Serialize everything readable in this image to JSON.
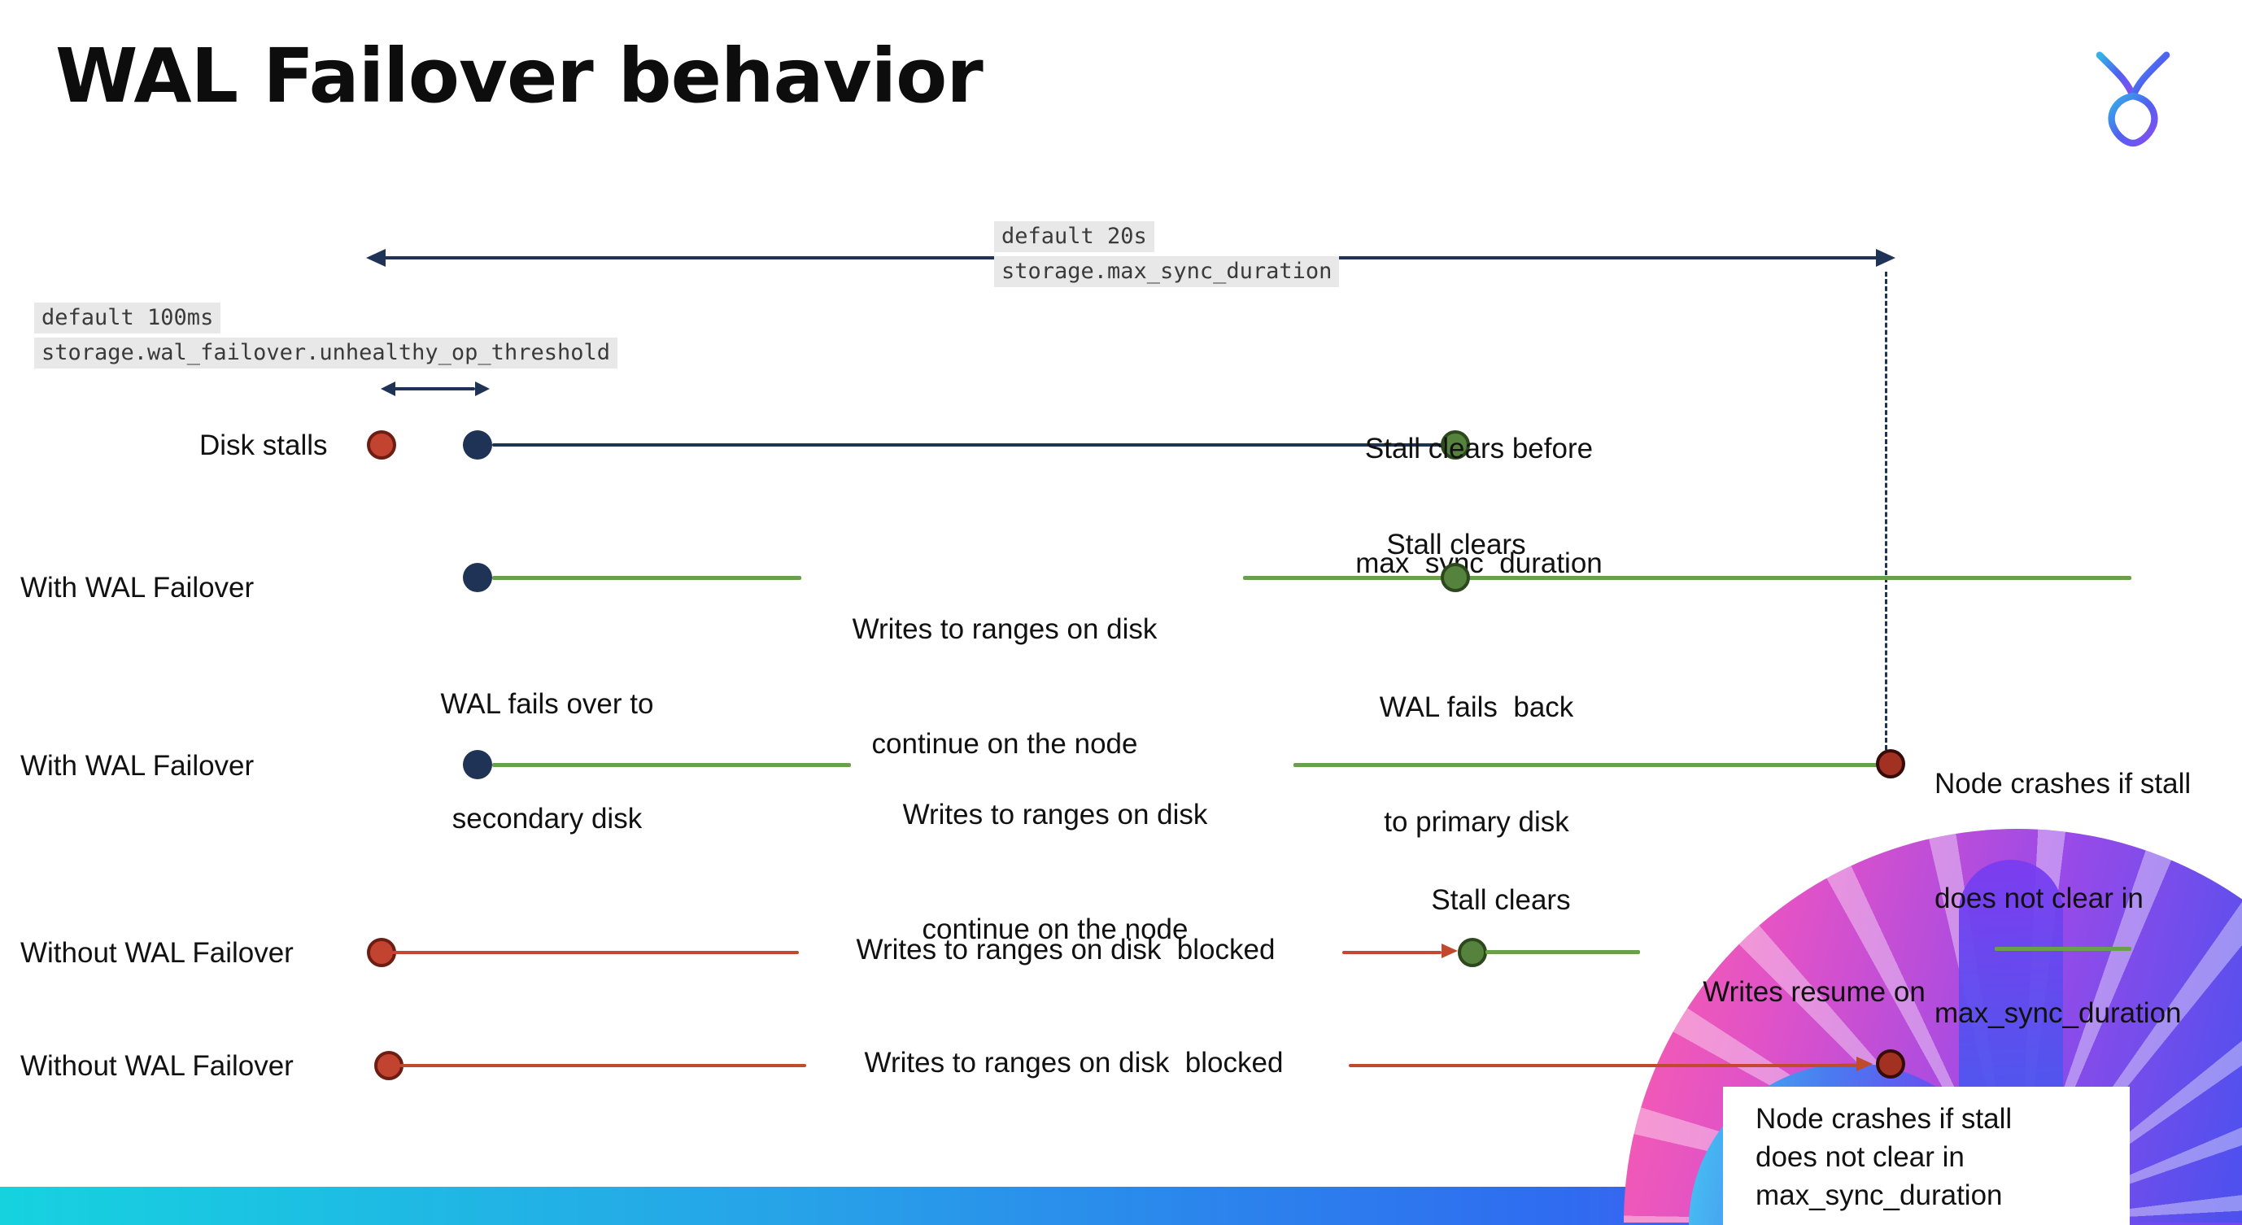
{
  "title": "WAL Failover behavior",
  "config": {
    "max_sync": {
      "default_value": "default 20s",
      "setting_name": "storage.max_sync_duration"
    },
    "op_threshold": {
      "default_value": "default 100ms",
      "setting_name": "storage.wal_failover.unhealthy_op_threshold"
    }
  },
  "row1": {
    "label": "Disk stalls",
    "note_line1": "Stall clears before",
    "note_line2": "max_sync_duration"
  },
  "row2": {
    "label": "With WAL Failover",
    "failover_line1": "WAL fails over to",
    "failover_line2": "secondary disk",
    "writes_line1": "Writes to ranges on disk",
    "writes_line2": "continue on the node",
    "stall_clears": "Stall clears",
    "failback_line1": "WAL fails  back",
    "failback_line2": "to primary disk"
  },
  "row3": {
    "label": "With WAL Failover",
    "writes_line1": "Writes to ranges on disk",
    "writes_line2": "continue on the node",
    "crash_line1": "Node crashes if stall",
    "crash_line2": "does not clear in",
    "crash_line3": "max_sync_duration"
  },
  "row4": {
    "label": "Without WAL Failover",
    "blocked_text": "Writes to ranges on disk  blocked",
    "stall_clears": "Stall clears",
    "resume_line1": "Writes resume on",
    "resume_line2": "the node"
  },
  "row5": {
    "label": "Without WAL Failover",
    "blocked_text": "Writes to ranges on disk  blocked",
    "crash_line1": "Node crashes if stall",
    "crash_line2": "does not clear in",
    "crash_line3": "max_sync_duration"
  },
  "colors": {
    "navy": "#1e3356",
    "green_line": "#6aa04b",
    "green_dot": "#55823c",
    "red_line": "#c0492e",
    "red_dot": "#c24430",
    "dark_red_dot": "#a33122",
    "mono_bg": "#e8e8e8",
    "bar_gradient_start": "#16d2df",
    "bar_gradient_end": "#7b46ee"
  }
}
